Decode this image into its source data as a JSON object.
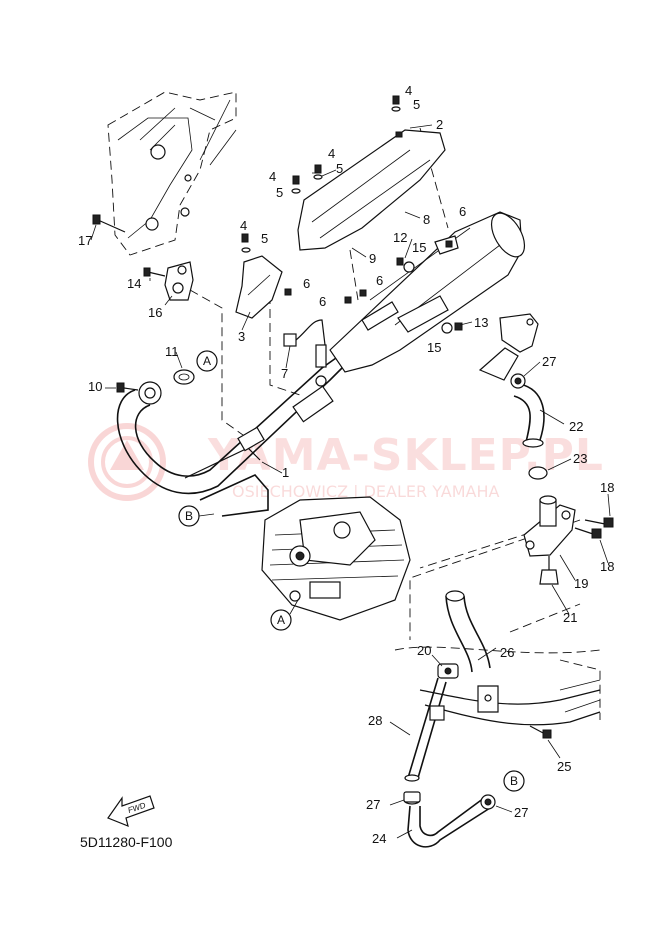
{
  "watermark": {
    "main": "YAMA-SKLEP.PL",
    "sub": "OSIECHOWICZ | DEALER YAMAHA"
  },
  "diagram_code": "5D11280-F100",
  "fwd_label": "FWD",
  "ref_letters": {
    "a": "A",
    "b": "B"
  },
  "callouts": {
    "c1": "1",
    "c2": "2",
    "c3": "3",
    "c4a": "4",
    "c4b": "4",
    "c4c": "4",
    "c4d": "4",
    "c5a": "5",
    "c5b": "5",
    "c5c": "5",
    "c5d": "5",
    "c6a": "6",
    "c6b": "6",
    "c6c": "6",
    "c6d": "6",
    "c7": "7",
    "c8": "8",
    "c9": "9",
    "c10": "10",
    "c11": "11",
    "c12": "12",
    "c13": "13",
    "c14": "14",
    "c15a": "15",
    "c15b": "15",
    "c16": "16",
    "c17": "17",
    "c18a": "18",
    "c18b": "18",
    "c19": "19",
    "c20": "20",
    "c21": "21",
    "c22": "22",
    "c23": "23",
    "c24": "24",
    "c25": "25",
    "c26": "26",
    "c27a": "27",
    "c27b": "27",
    "c27c": "27",
    "c28": "28"
  }
}
